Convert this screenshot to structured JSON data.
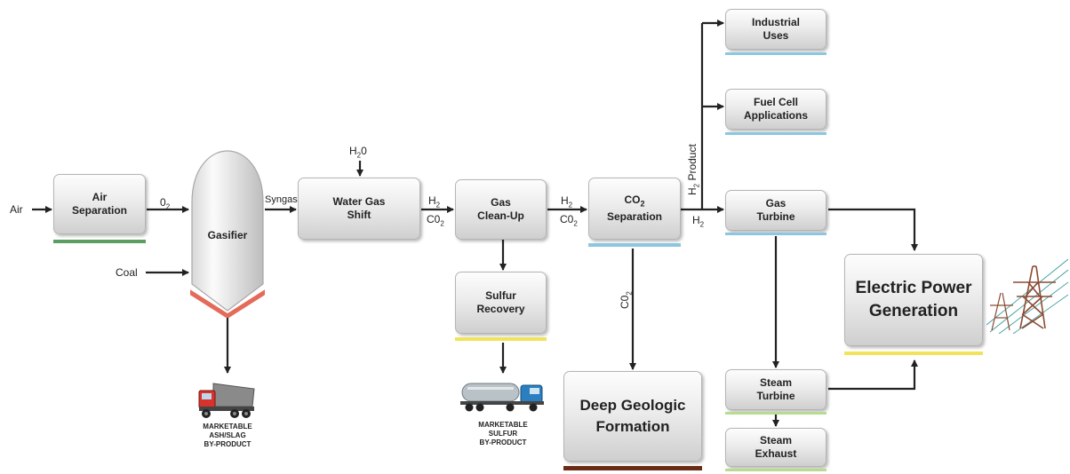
{
  "colors": {
    "green_bar": "#5a9e62",
    "blue_bar": "#8cc6e0",
    "yellow_bar": "#f2e35a",
    "light_green_bar": "#b8dc8f",
    "brown_bar": "#6b2a14",
    "slag_chevron": "#e46a5a",
    "arrow": "#222222"
  },
  "inputs": {
    "air": "Air",
    "coal": "Coal"
  },
  "streams": {
    "o2_base": "0",
    "o2_sub": "2",
    "syngas": "Syngas",
    "h2o_base": "H",
    "h2o_sub": "2",
    "h2o_tail": "0",
    "h2_base": "H",
    "h2_sub": "2",
    "co2_base": "C0",
    "co2_sub": "2",
    "h2_product_base": "H",
    "h2_product_sub": "2",
    "h2_product_tail": " Product"
  },
  "boxes": {
    "air_separation": "Air\nSeparation",
    "gasifier": "Gasifier",
    "water_gas_shift": "Water Gas\nShift",
    "gas_cleanup": "Gas\nClean-Up",
    "co2_separation_line1": "CO",
    "co2_separation_sub": "2",
    "co2_separation_line2": "Separation",
    "sulfur_recovery": "Sulfur\nRecovery",
    "deep_geologic_formation": "Deep Geologic\nFormation",
    "industrial_uses": "Industrial\nUses",
    "fuel_cell_applications": "Fuel Cell\nApplications",
    "gas_turbine": "Gas\nTurbine",
    "steam_turbine": "Steam\nTurbine",
    "steam_exhaust": "Steam\nExhaust",
    "electric_power_generation": "Electric Power\nGeneration"
  },
  "byproducts": {
    "ash_slag": "MARKETABLE\nASH/SLAG\nBY-PRODUCT",
    "sulfur": "MARKETABLE\nSULFUR\nBY-PRODUCT"
  },
  "icons": {
    "dump_truck": "dump-truck-icon",
    "tanker_truck": "tanker-truck-icon",
    "power_tower": "power-transmission-tower-icon"
  }
}
